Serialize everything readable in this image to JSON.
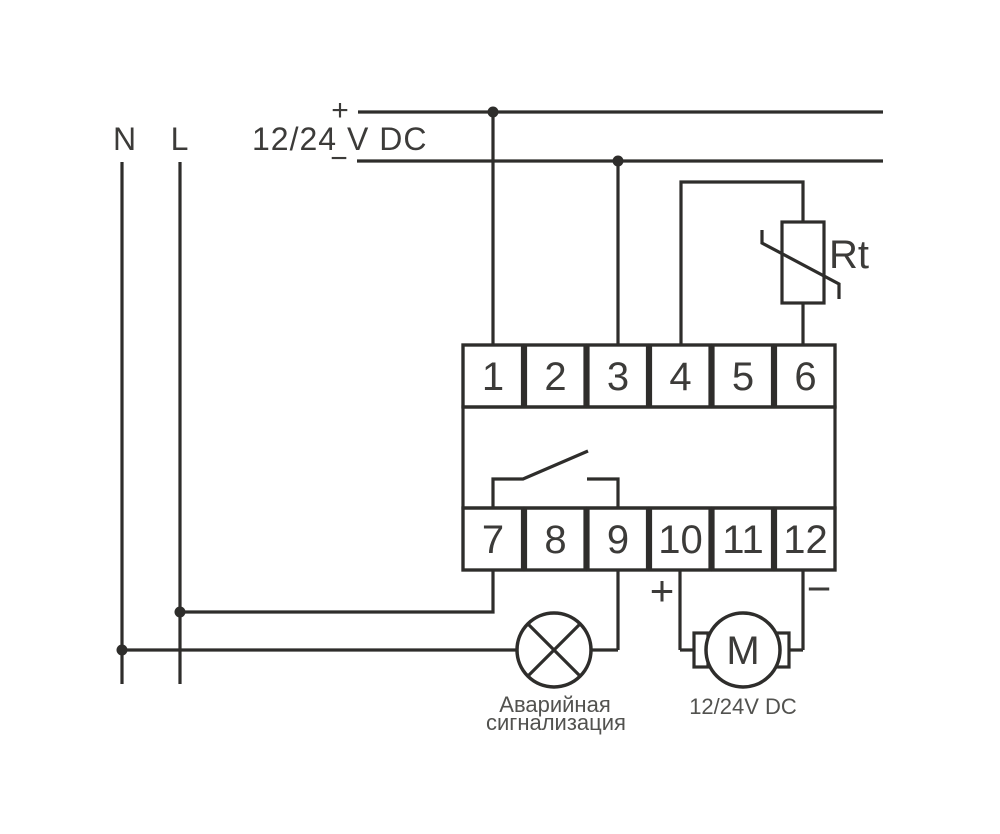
{
  "labels": {
    "neutral": "N",
    "phase": "L",
    "supply_top": "12/24 V DC",
    "plus": "+",
    "minus": "−",
    "thermistor": "Rt",
    "motor_letter": "M",
    "motor_caption": "12/24V DC",
    "lamp_caption_line1": "Аварийная",
    "lamp_caption_line2": "сигнализация"
  },
  "terminals": {
    "top": [
      "1",
      "2",
      "3",
      "4",
      "5",
      "6"
    ],
    "bottom": [
      "7",
      "8",
      "9",
      "10",
      "11",
      "12"
    ]
  },
  "colors": {
    "line": "#2e2d2b",
    "text": "#3c3b39",
    "caption": "#52524f",
    "background": "#ffffff"
  }
}
